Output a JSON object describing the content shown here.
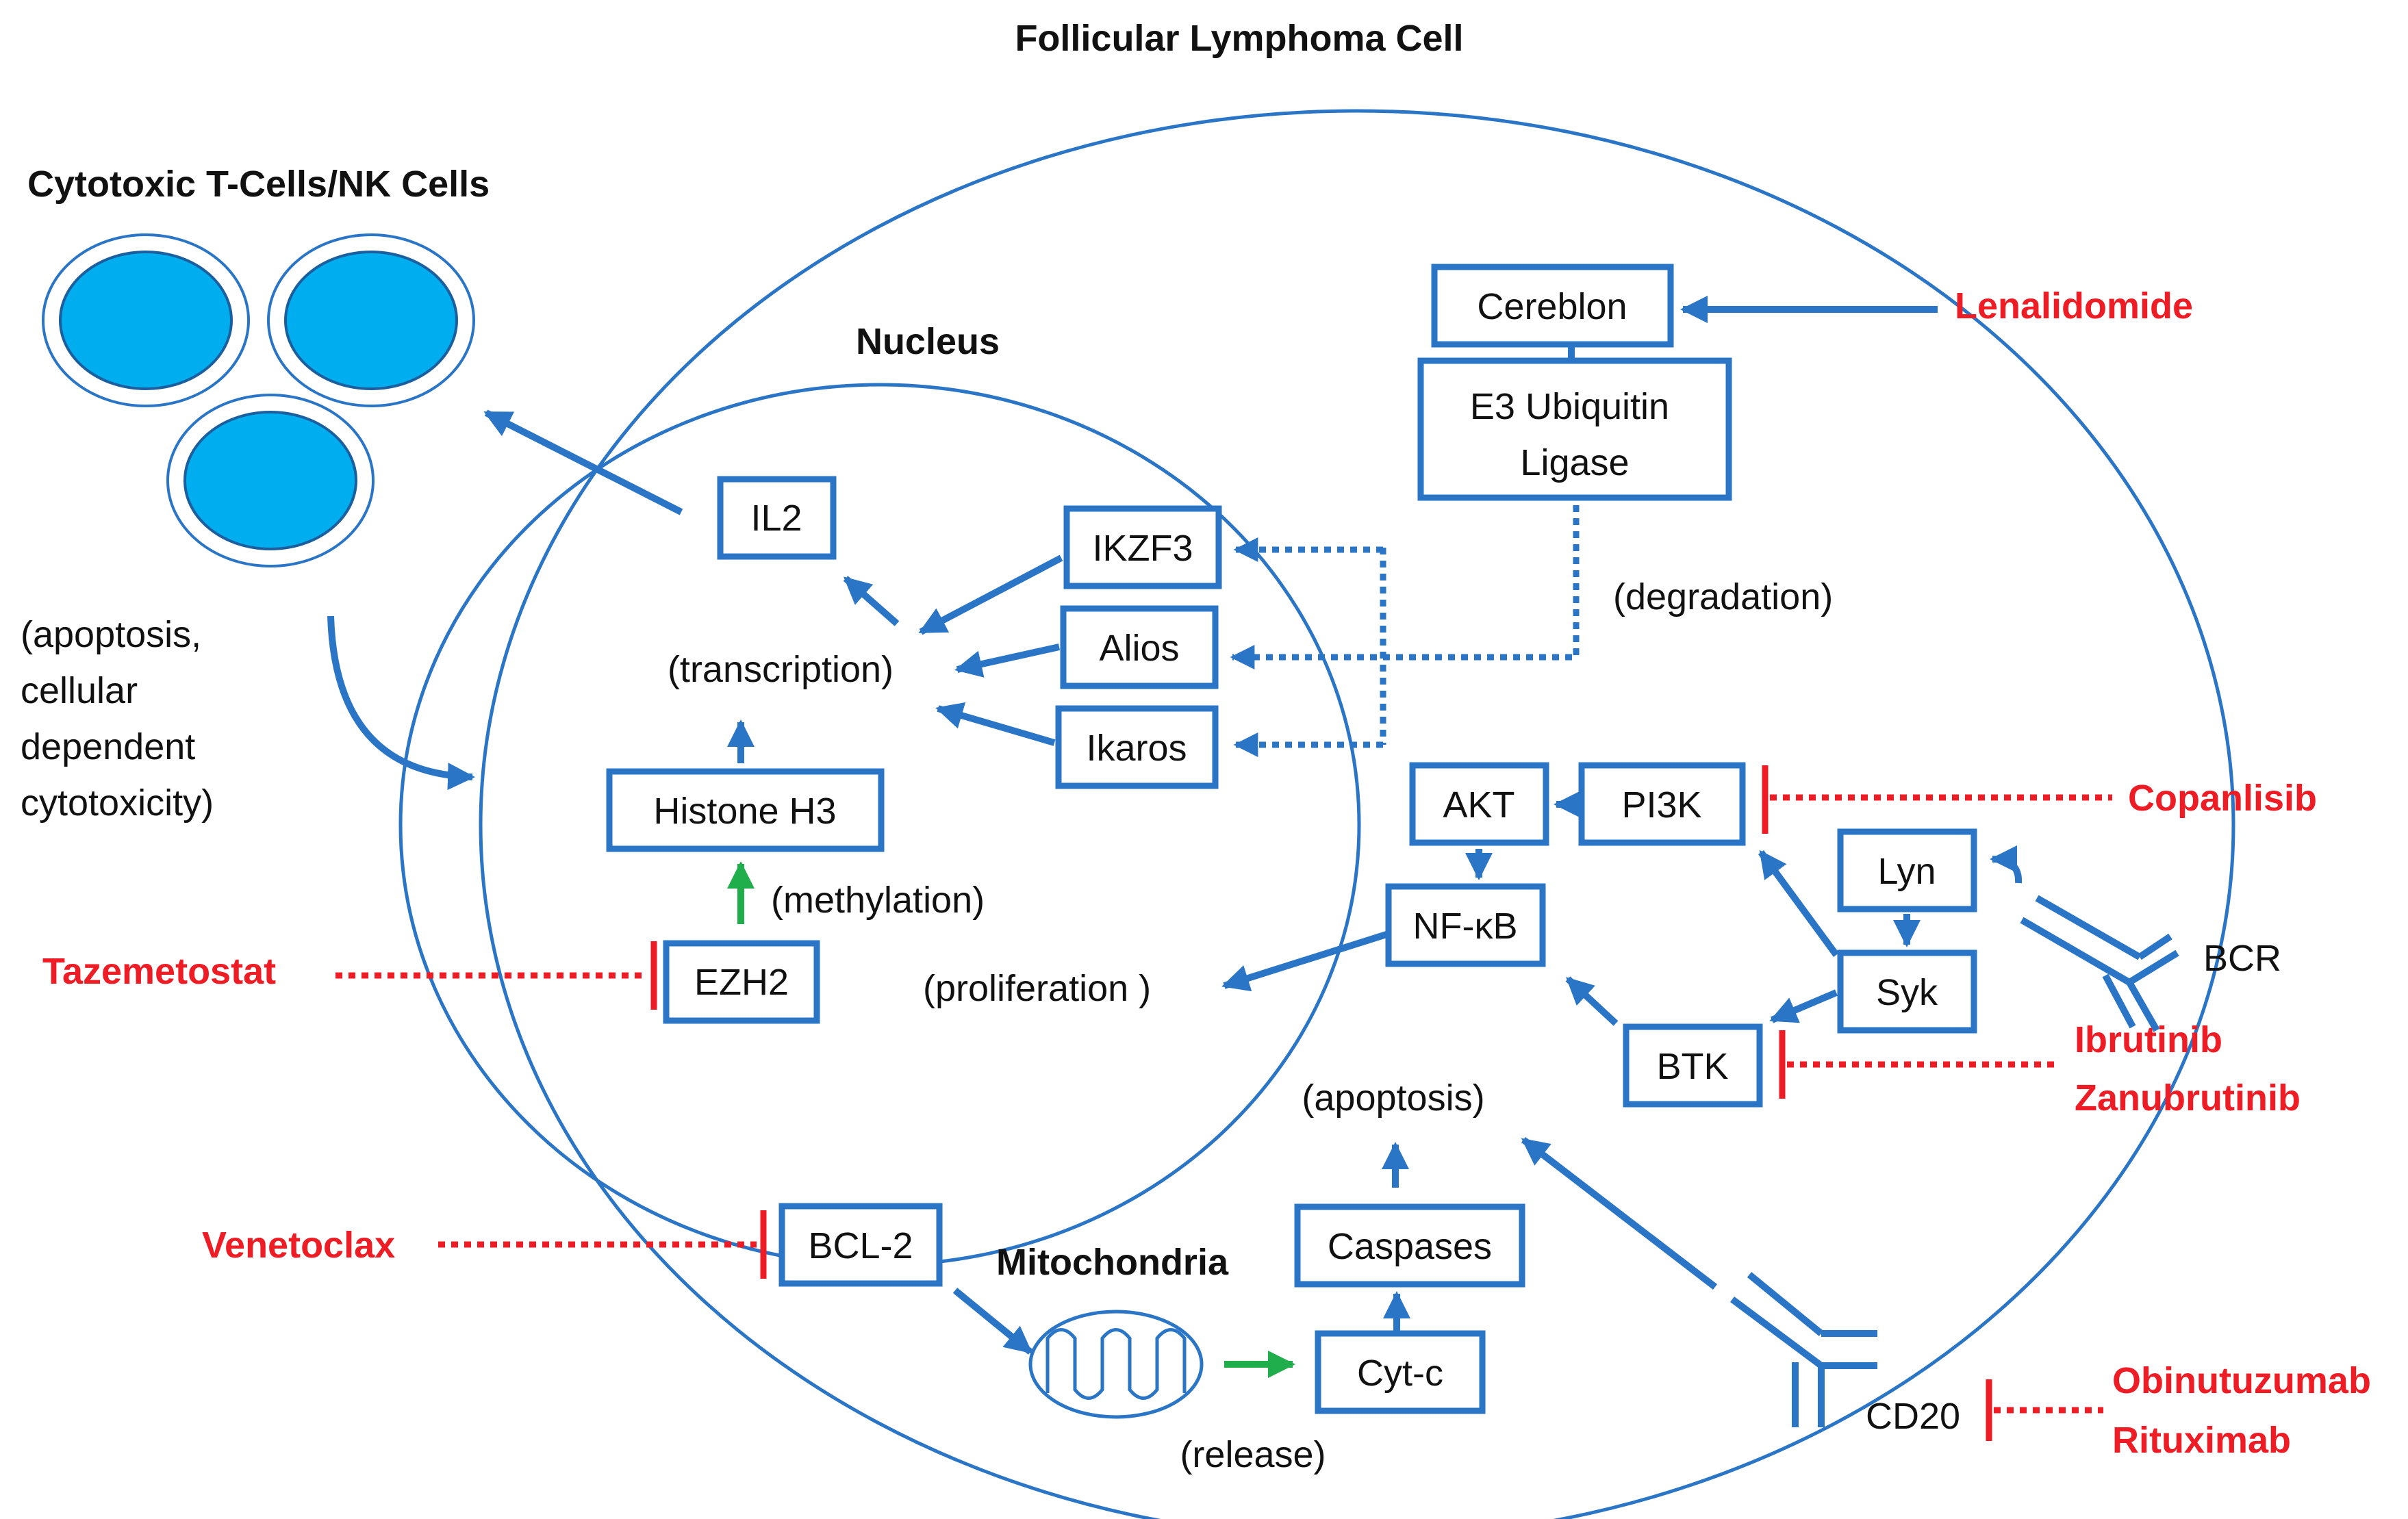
{
  "title": "Follicular Lymphoma Cell",
  "immune": {
    "label": "Cytotoxic T-Cells/NK Cells",
    "note": [
      "(apoptosis,",
      "cellular",
      "dependent",
      "cytotoxicity)"
    ]
  },
  "nucleus": {
    "label": "Nucleus",
    "il2": "IL2",
    "ikzf3": "IKZF3",
    "alios": "Alios",
    "ikaros": "Ikaros",
    "transcription": "(transcription)",
    "histone": "Histone H3",
    "methylation": "(methylation)",
    "ezh2": "EZH2"
  },
  "cereblon": {
    "label": "Cereblon",
    "ligase": [
      "E3 Ubiquitin",
      "Ligase"
    ],
    "degradation": "(degradation)"
  },
  "signaling": {
    "akt": "AKT",
    "pi3k": "PI3K",
    "nfkb": "NF-κB",
    "proliferation": "(proliferation )",
    "lyn": "Lyn",
    "syk": "Syk",
    "btk": "BTK",
    "bcr": "BCR"
  },
  "mito": {
    "apoptosis": "(apoptosis)",
    "caspases": "Caspases",
    "bcl2": "BCL-2",
    "label": "Mitochondria",
    "cytc": "Cyt-c",
    "release": "(release)",
    "cd20": "CD20"
  },
  "drugs": {
    "lenalidomide": "Lenalidomide",
    "copanlisib": "Copanlisib",
    "ibrutinib": "Ibrutinib",
    "zanubrutinib": "Zanubrutinib",
    "tazemetostat": "Tazemetostat",
    "venetoclax": "Venetoclax",
    "obinutuzumab": "Obinutuzumab",
    "rituximab": "Rituximab"
  },
  "colors": {
    "blue": "#2a75c6",
    "cell_fill": "#00adef",
    "drug_red": "#ee1c24",
    "green": "#1fae4b"
  }
}
